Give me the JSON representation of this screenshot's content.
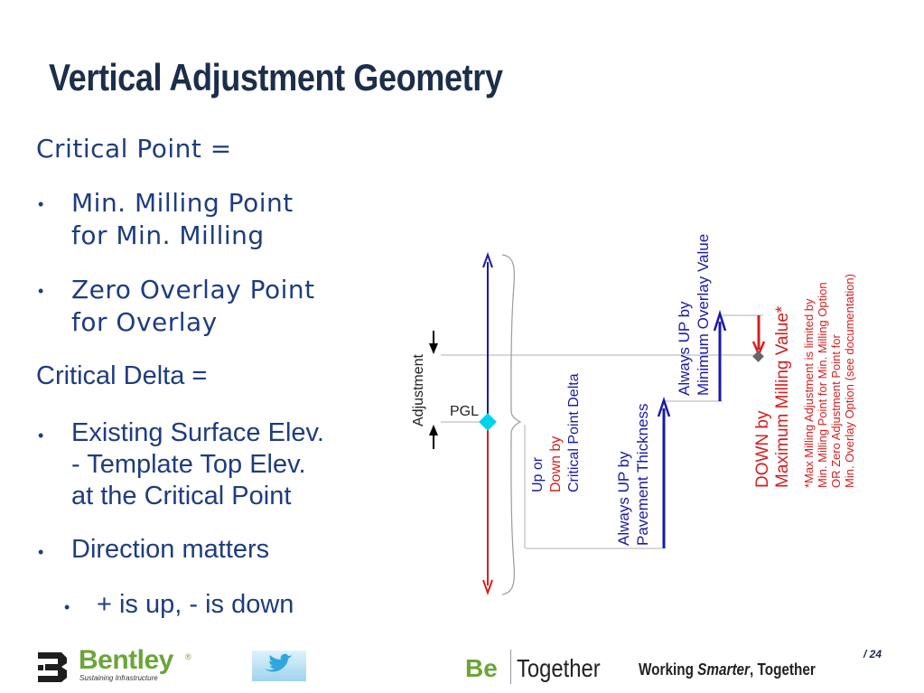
{
  "title": "Vertical Adjustment Geometry",
  "left_text": {
    "heading1": "Critical Point =",
    "bullet1_line1": "Min. Milling Point",
    "bullet1_line2": "for  Min. Milling",
    "bullet2_line1": "Zero Overlay Point",
    "bullet2_line2": "for Overlay",
    "heading2": "Critical Delta =",
    "bullet3_line1": "Existing Surface Elev.",
    "bullet3_line2": "- Template Top Elev.",
    "bullet3_line3": "at the Critical Point",
    "bullet4": "Direction matters",
    "sub_bullet": "+ is up, - is down",
    "bullet_char": "•"
  },
  "diagram": {
    "adjustment_label": "Adjustment",
    "pgl_label": "PGL",
    "delta_label": [
      "Up or",
      "Down by",
      "Critical Point Delta"
    ],
    "pavement_label": [
      "Always UP by",
      "Pavement Thickness"
    ],
    "min_overlay_label": [
      "Always UP by",
      "Minimum Overlay Value"
    ],
    "max_milling_label": [
      "DOWN by",
      "Maximum Milling Value*"
    ],
    "note_label": [
      "*Max Milling Adjustment is limited by",
      "Min. Milling Point for Min. Milling Option",
      "OR Zero Adjustment Point for",
      "Min. Overlay Option (see documentation)"
    ],
    "colors": {
      "blue": "#1a1aa6",
      "red": "#d42020",
      "pgl_marker": "#00d4e8",
      "guide": "#b0b0b0"
    }
  },
  "footer": {
    "bentley": "Bentley",
    "bentley_mark": "®",
    "tagline": "Sustaining Infrastructure",
    "be": "Be",
    "together": "Together",
    "working": "Working Smarter, Together",
    "page": "/ 24",
    "icons": [
      "bentley-logo-icon",
      "twitter-bird-icon"
    ]
  }
}
